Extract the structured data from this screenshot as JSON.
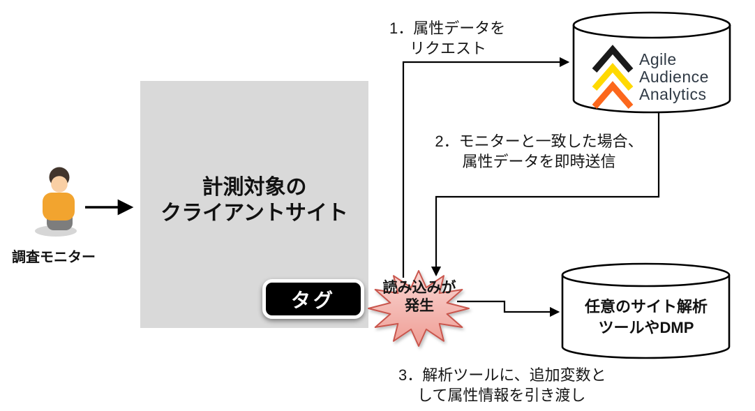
{
  "colors": {
    "box_fill": "#d9d9d9",
    "line": "#000000",
    "tag_bg": "#000000",
    "tag_text": "#ffffff",
    "aaa_text": "#303a45",
    "chevron_black": "#1a1a1a",
    "chevron_yellow": "#ffd900",
    "chevron_orange": "#fc671c",
    "starburst_fill_light": "#f9d6d3",
    "starburst_fill_dark": "#ef9d94",
    "starburst_stroke": "#c9564d",
    "shirt": "#f2a42f",
    "pants": "#7d7d7d",
    "skin": "#f9cfa4",
    "hair": "#42352c"
  },
  "actor": {
    "label": "調査モニター"
  },
  "client_box": {
    "title_line1": "計測対象の",
    "title_line2": "クライアントサイト",
    "tag_label": "タグ"
  },
  "starburst": {
    "line1": "読み込みが",
    "line2": "発生"
  },
  "steps": {
    "step1": {
      "line1": "1．属性データを",
      "line2": "リクエスト"
    },
    "step2": {
      "line1": "2．モニターと一致した場合、",
      "line2": "属性データを即時送信"
    },
    "step3": {
      "line1": "3．解析ツールに、追加変数と",
      "line2": "して属性情報を引き渡し"
    }
  },
  "aaa_db": {
    "line1": "Agile",
    "line2": "Audience",
    "line3": "Analytics"
  },
  "dmp_db": {
    "line1": "任意のサイト解析",
    "line2": "ツールやDMP"
  }
}
